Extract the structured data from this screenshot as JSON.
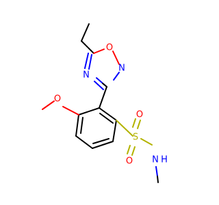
{
  "molecule": {
    "atoms": {
      "o_ring": "O",
      "n_ring_left": "N",
      "n_ring_right": "N",
      "o_methoxy": "O",
      "s_sulfonyl": "S",
      "o_sulfonyl_top": "O",
      "o_sulfonyl_bottom": "O",
      "n_amide": "N",
      "h_amide": "H"
    },
    "colors": {
      "carbon_bond": "#000000",
      "oxygen": "#ff0000",
      "nitrogen": "#0000ff",
      "sulfur": "#b3b300"
    }
  }
}
